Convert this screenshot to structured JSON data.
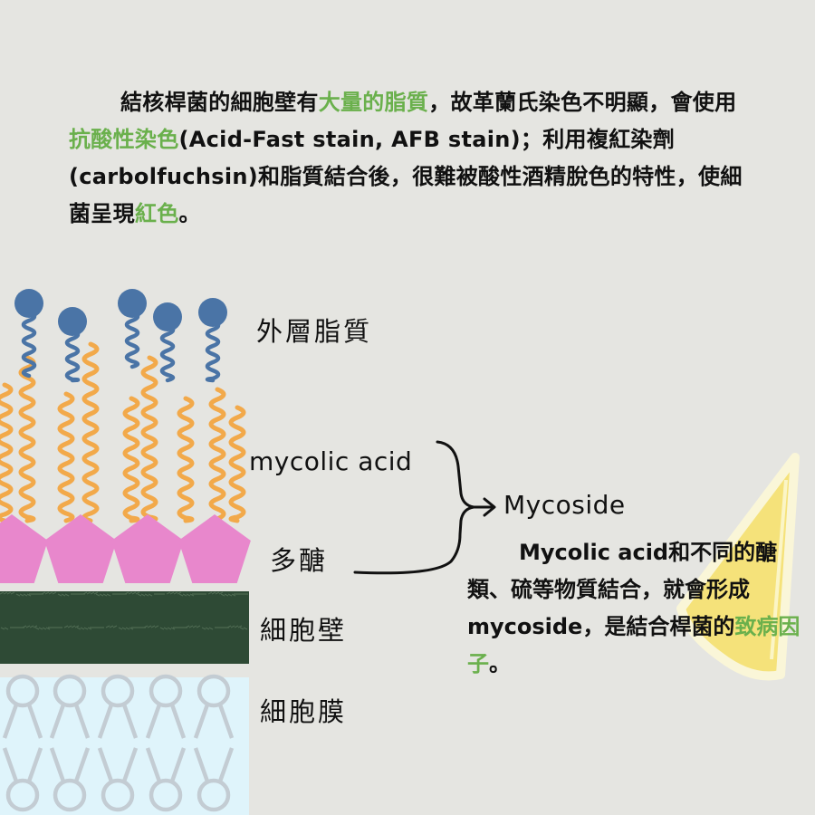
{
  "intro": {
    "t1": "結核桿菌的細胞壁有",
    "h1": "大量的脂質",
    "t2": "，故革蘭氏染色不明顯，會使用",
    "h2": "抗酸性染色",
    "t3": "(Acid-Fast stain, AFB stain)；利用複紅染劑(carbolfuchsin)和脂質結合後，很難被酸性酒精脫色的特性，使細菌呈現",
    "h3": "紅色",
    "t4": "。"
  },
  "labels": {
    "outer_lipid": "外層脂質",
    "mycolic": "mycolic acid",
    "polysaccharide": "多醣",
    "cell_wall": "細胞壁",
    "cell_membrane": "細胞膜",
    "mycoside": "Mycoside"
  },
  "description": {
    "t1": "Mycolic acid和不同的醣類、硫等物質結合，就會形成mycoside，是結合桿菌的",
    "h1": "致病因子",
    "t2": "。"
  },
  "colors": {
    "highlight": "#6ab04c",
    "lipid_head": "#4a74a6",
    "mycolic_chain": "#f2a94a",
    "polysaccharide": "#e887cc",
    "cell_wall": "#2e4a35",
    "membrane_fill": "#dff4fb",
    "membrane_lipid": "#c3ccd3",
    "lemon": "#f5e27a"
  }
}
